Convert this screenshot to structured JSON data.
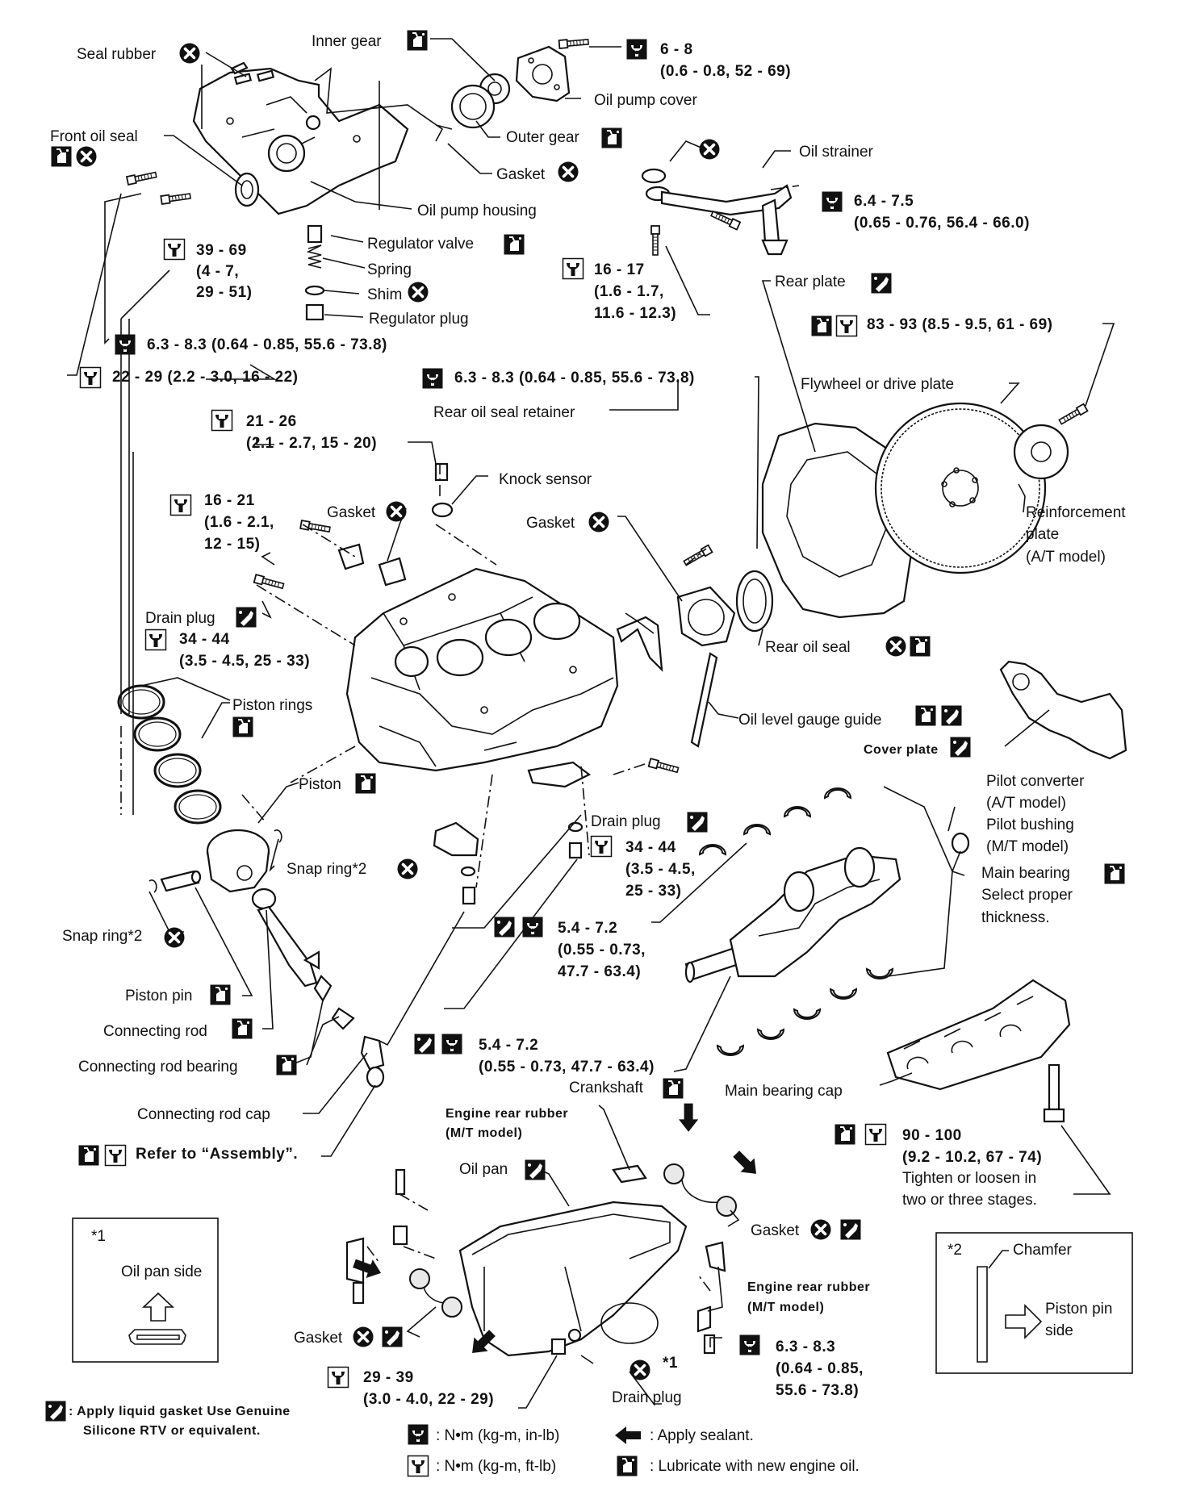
{
  "parts": {
    "seal_rubber": "Seal rubber",
    "inner_gear": "Inner gear",
    "oil_pump_cover": "Oil pump cover",
    "front_oil_seal": "Front oil seal",
    "outer_gear": "Outer gear",
    "gasket": "Gasket",
    "oil_pump_housing": "Oil pump housing",
    "regulator_valve": "Regulator valve",
    "spring": "Spring",
    "shim": "Shim",
    "regulator_plug": "Regulator plug",
    "oil_strainer": "Oil strainer",
    "rear_plate": "Rear plate",
    "flywheel": "Flywheel or drive plate",
    "rear_oil_seal_retainer": "Rear oil seal retainer",
    "knock_sensor": "Knock sensor",
    "reinforcement_1": "Reinforcement",
    "reinforcement_2": "plate",
    "reinforcement_3": "(A/T model)",
    "drain_plug": "Drain plug",
    "rear_oil_seal": "Rear oil seal",
    "piston_rings": "Piston rings",
    "oil_level_gauge_guide": "Oil level gauge guide",
    "cover_plate": "Cover plate",
    "piston": "Piston",
    "snap_ring": "Snap ring*2",
    "pilot_1": "Pilot converter",
    "pilot_2": "(A/T model)",
    "pilot_3": "Pilot bushing",
    "pilot_4": "(M/T model)",
    "main_bearing_1": "Main bearing",
    "main_bearing_2": "Select proper",
    "main_bearing_3": "thickness.",
    "piston_pin": "Piston pin",
    "connecting_rod": "Connecting rod",
    "connecting_rod_bearing": "Connecting rod bearing",
    "crankshaft": "Crankshaft",
    "main_bearing_cap": "Main bearing cap",
    "connecting_rod_cap": "Connecting rod cap",
    "refer_assembly": "Refer to “Assembly”.",
    "engine_rear_rubber": "Engine rear rubber",
    "mt_model": "(M/T model)",
    "oil_pan": "Oil pan",
    "tighten_1": "Tighten or loosen in",
    "tighten_2": "two or three stages."
  },
  "torques": {
    "t_6_8_a": "6 - 8",
    "t_6_8_b": "(0.6 - 0.8, 52 - 69)",
    "t_6_4_a": "6.4 - 7.5",
    "t_6_4_b": "(0.65 - 0.76, 56.4 - 66.0)",
    "t_39_a": "39 - 69",
    "t_39_b": "(4 - 7,",
    "t_39_c": "29 - 51)",
    "t_16_17_a": "16 - 17",
    "t_16_17_b": "(1.6 - 1.7,",
    "t_16_17_c": "11.6 - 12.3)",
    "t_6_3_a": "6.3 - 8.3 (0.64 - 0.85, 55.6 - 73.8)",
    "t_22_29": "22 - 29 (2.2 - 3.0, 16 - 22)",
    "t_6_3_b": "6.3 - 8.3 (0.64 - 0.85, 55.6 - 73.8)",
    "t_83_93": "83 - 93 (8.5 - 9.5, 61 - 69)",
    "t_21_26_a": "21 - 26",
    "t_21_26_b": "(2.1 - 2.7, 15 - 20)",
    "t_16_21_a": "16 - 21",
    "t_16_21_b": "(1.6 - 2.1,",
    "t_16_21_c": "12 - 15)",
    "t_34_44_a": "34 - 44",
    "t_34_44_b": "(3.5 - 4.5, 25 - 33)",
    "t_34_44_c": "34 - 44",
    "t_34_44_d": "(3.5 - 4.5,",
    "t_34_44_e": "25 - 33)",
    "t_5_4_a": "5.4 - 7.2",
    "t_5_4_b": "(0.55 - 0.73,",
    "t_5_4_c": "47.7 - 63.4)",
    "t_5_4_d": "5.4 - 7.2",
    "t_5_4_e": "(0.55 - 0.73, 47.7 - 63.4)",
    "t_90_100_a": "90 - 100",
    "t_90_100_b": "(9.2 - 10.2, 67 - 74)",
    "t_6_3_c": "6.3 - 8.3",
    "t_6_3_d": "(0.64 - 0.85,",
    "t_6_3_e": "55.6 - 73.8)",
    "t_29_39_a": "29 - 39",
    "t_29_39_b": "(3.0 - 4.0, 22 - 29)"
  },
  "boxes": {
    "box1_tag": "*1",
    "box1_label": "Oil pan side",
    "box2_tag": "*2",
    "box2_chamfer": "Chamfer",
    "box2_pin_1": "Piston pin",
    "box2_pin_2": "side"
  },
  "star1": "*1",
  "legend": {
    "gasket_1": ": Apply liquid gasket Use Genuine",
    "gasket_2": "Silicone RTV or equivalent.",
    "nm_inlb": ": N•m (kg-m, in-lb)",
    "nm_ftlb": ": N•m (kg-m, ft-lb)",
    "sealant": ": Apply sealant.",
    "lubricate": ": Lubricate with new engine oil."
  },
  "icons": {
    "discard": "circle-x-icon",
    "lubricate": "oil-can-icon",
    "liquid_gasket": "gasket-tube-icon",
    "torque_inlb": "wrench-in-lb-icon",
    "torque_ftlb": "wrench-ft-lb-icon",
    "sealant": "arrow-sealant-icon"
  }
}
